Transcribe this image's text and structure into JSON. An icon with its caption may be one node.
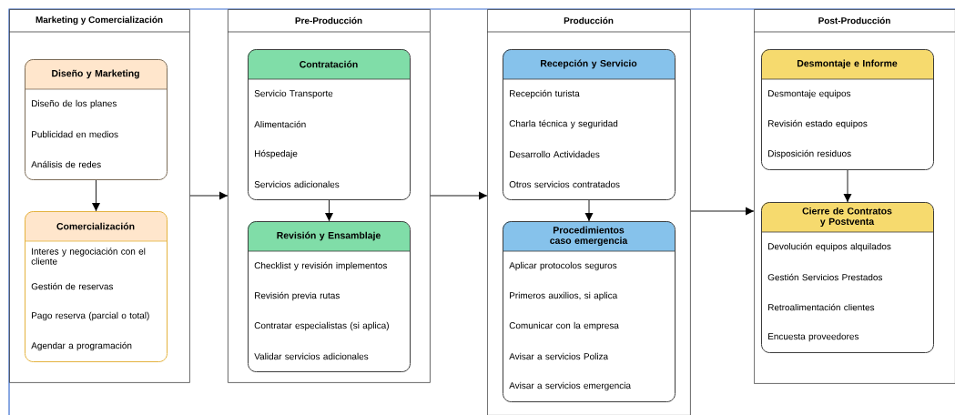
{
  "diagram": {
    "nodes": [
      {
        "text": [
          "Marketing y Comercialización"
        ]
      },
      {
        "text": [
          "Diseño y Marketing",
          "Diseño de los planes",
          "Publicidad en medios",
          "Análisis de redes"
        ],
        "in": 0
      },
      {
        "text": [
          "Comercialización",
          "Interes y negociación con el cliente",
          "Gestión de reservas",
          "Pago reserva (parcial o total)",
          "Agendar a programación"
        ],
        "in": 0
      },
      {
        "text": [
          "Pre-Producción"
        ]
      },
      {
        "text": [
          "Contratación",
          "Servicio Transporte",
          "Alimentación",
          "Hóspedaje",
          "Servicios adicionales"
        ],
        "in": 3
      },
      {
        "text": [
          "Revisión y Ensamblaje",
          "Checklist y revisión implementos",
          "Revisión previa rutas",
          "Contratar especialistas (si aplica)",
          "Validar servicios adicionales"
        ],
        "in": 3
      },
      {
        "text": [
          "Producción"
        ]
      },
      {
        "text": [
          "Recepción y Servicio",
          "Recepción turista",
          "Charla técnica y  seguridad",
          "Desarrollo Actividades",
          "Otros servicios contratados"
        ],
        "in": 6
      },
      {
        "text": [
          "Procedimientos caso emergencia",
          "Aplicar protocolos seguros",
          "Primeros auxilios, si aplica",
          "Comunicar con la empresa",
          "Avisar a servicios Poliza",
          "Avisar a servicios emergencia"
        ],
        "in": 6
      },
      {
        "text": [
          "Post-Producción"
        ]
      },
      {
        "text": [
          "Desmontaje e Informe",
          "Desmontaje equipos",
          "Revisión estado equipos",
          "Disposición residuos"
        ],
        "in": 9
      },
      {
        "text": [
          "Cierre de Contratos y Postventa",
          "Devolución equipos alquilados",
          "Gestión Servicios Prestados",
          "Retroalimentación clientes",
          "Encuesta  proveedores"
        ],
        "in": 9
      }
    ],
    "edges": [
      {
        "from": 1,
        "to": 2,
        "arrow": "to"
      },
      {
        "from": 0,
        "to": 3,
        "arrow": "to"
      },
      {
        "from": 4,
        "to": 5,
        "arrow": "to"
      },
      {
        "from": 3,
        "to": 6,
        "arrow": "to"
      },
      {
        "from": 7,
        "to": 8,
        "arrow": "to"
      },
      {
        "from": 6,
        "to": 9,
        "arrow": "to"
      },
      {
        "from": 10,
        "to": 11,
        "arrow": "to"
      }
    ]
  }
}
